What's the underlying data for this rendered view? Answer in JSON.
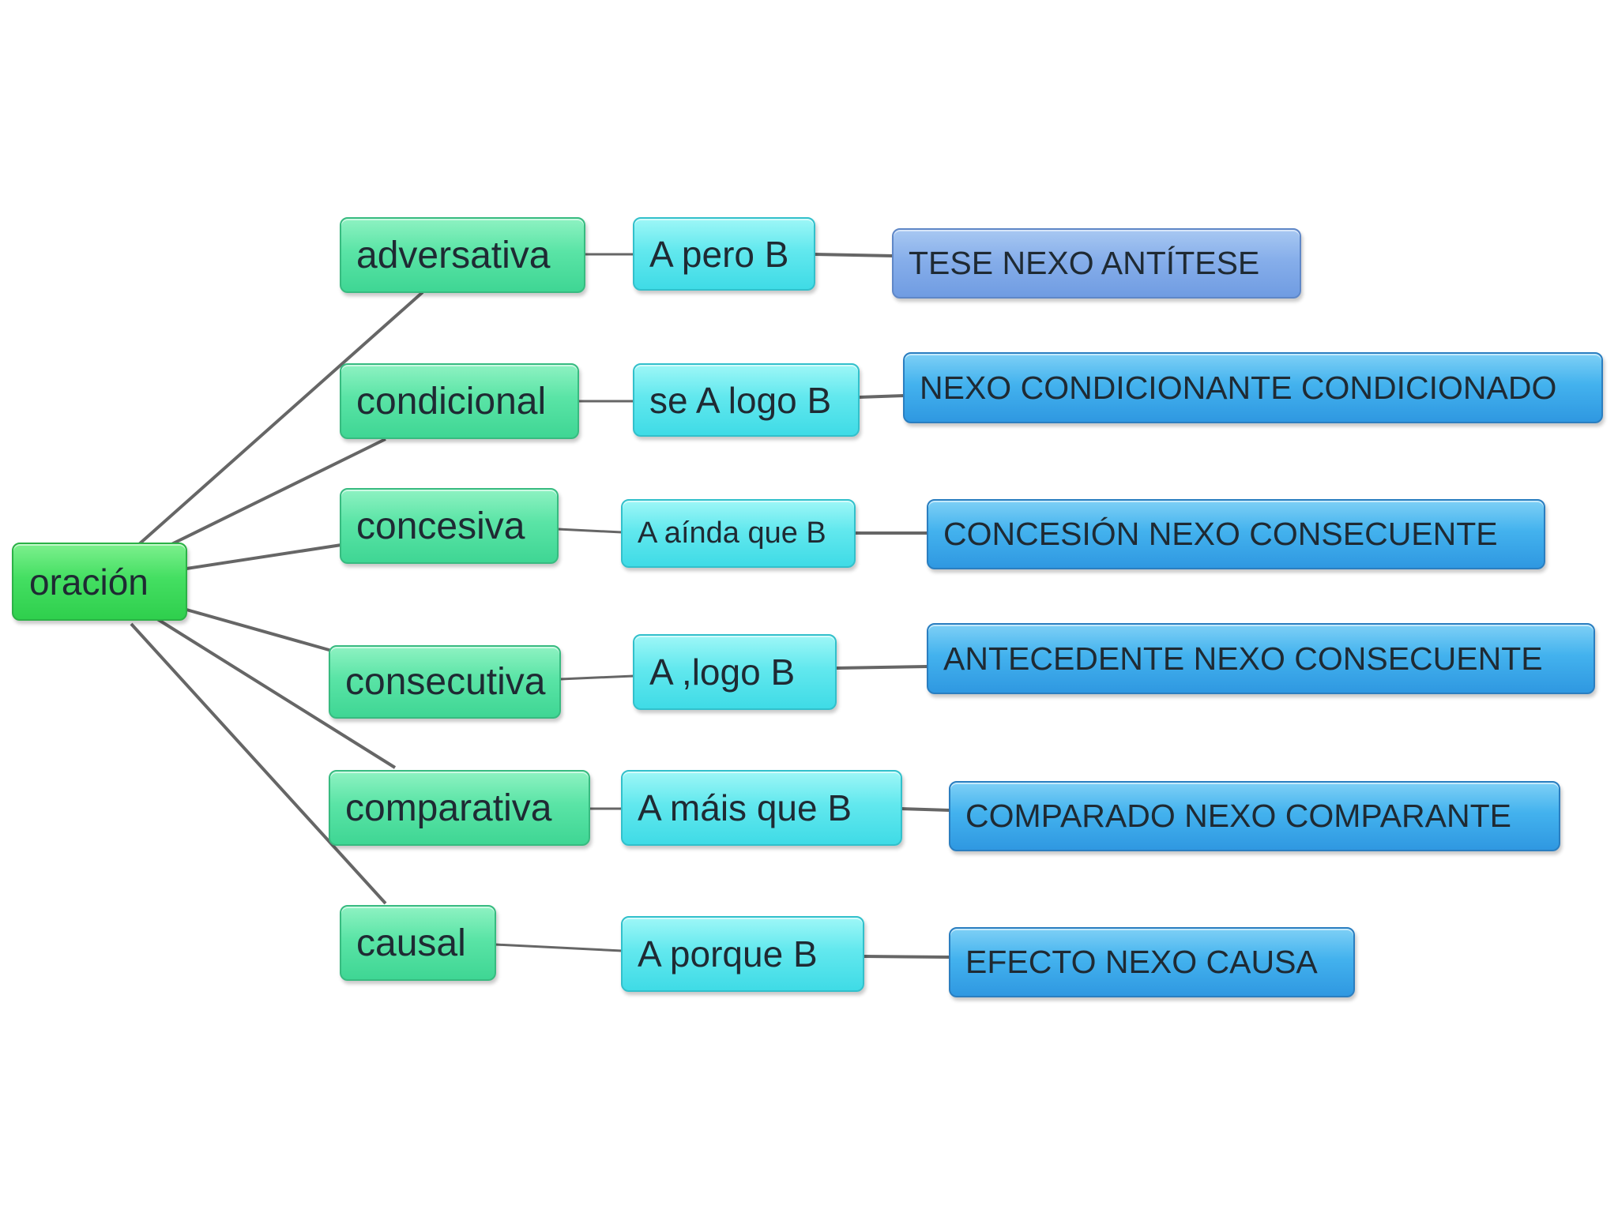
{
  "root": {
    "label": "oración"
  },
  "rows": [
    {
      "type": "adversativa",
      "pattern": "A pero B",
      "structure": "TESE NEXO ANTÍTESE"
    },
    {
      "type": "condicional",
      "pattern": "se A logo B",
      "structure": "NEXO CONDICIONANTE CONDICIONADO"
    },
    {
      "type": "concesiva",
      "pattern": "A aínda que B",
      "structure": "CONCESIÓN NEXO CONSECUENTE"
    },
    {
      "type": "consecutiva",
      "pattern": "A ,logo B",
      "structure": "ANTECEDENTE NEXO CONSECUENTE"
    },
    {
      "type": "comparativa",
      "pattern": "A máis que B",
      "structure": "COMPARADO NEXO COMPARANTE"
    },
    {
      "type": "causal",
      "pattern": "A porque B",
      "structure": "EFECTO NEXO CAUSA"
    }
  ],
  "colors": {
    "root": "#44df62",
    "category": "#5ae4a6",
    "pattern": "#62e8ee",
    "structure": "#43b2ee",
    "structure_first": "#86aeea",
    "connector": "#666666"
  }
}
